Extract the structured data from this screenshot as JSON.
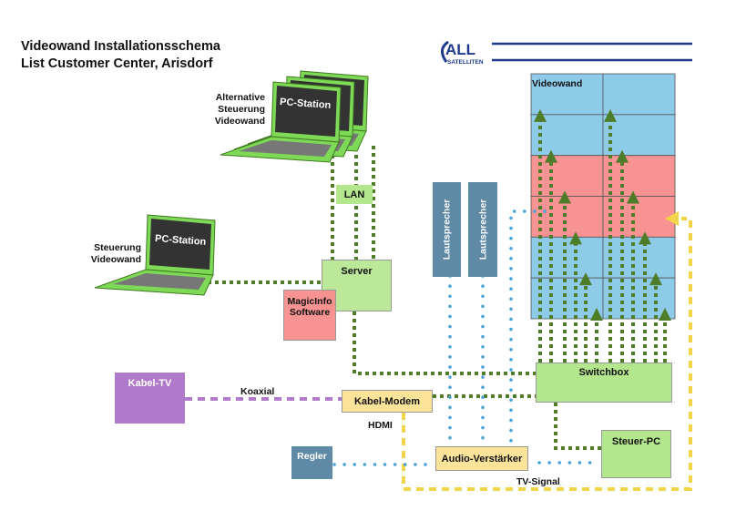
{
  "title": {
    "line1": "Videowand Installationsschema",
    "line2": "List Customer Center, Arisdorf"
  },
  "logo": {
    "text_main": "ALL",
    "text_sub": "SATELLITEN",
    "color": "#1f3a8a"
  },
  "videowall": {
    "label": "Videowand",
    "rows": 6,
    "cols": 2,
    "highlighted_rows": [
      3,
      4
    ],
    "blue": "#8ecbe8",
    "red": "#f79393"
  },
  "laptops": {
    "pc_label": "PC-Station",
    "alt_label": "Alternative\nSteuerung\nVideowand",
    "main_label": "Steuerung\nVideowand"
  },
  "nodes": {
    "lan": "LAN",
    "server": "Server",
    "magicinfo": "MagicInfo\nSoftware",
    "speaker1": "Lautsprecher",
    "speaker2": "Lautsprecher",
    "kabel_tv": "Kabel-TV",
    "kabel_modem": "Kabel-Modem",
    "switchbox": "Switchbox",
    "steuer_pc": "Steuer-PC",
    "audio_amp": "Audio-Verstärker",
    "regler": "Regler"
  },
  "edge_labels": {
    "koaxial": "Koaxial",
    "hdmi": "HDMI",
    "tv_signal": "TV-Signal"
  },
  "colors": {
    "green_line": "#4e7d2a",
    "green_box": "#b4e68e",
    "yellow": "#f0d44a",
    "yellow_box": "#fbe39a",
    "purple": "#b07acb",
    "blue_dot": "#4aa3d8",
    "slate": "#5f8aa6",
    "red_box": "#f78d8d"
  }
}
